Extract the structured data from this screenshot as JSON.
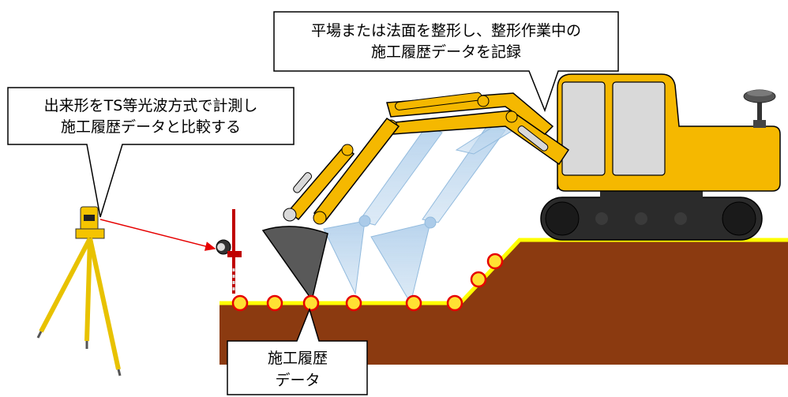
{
  "callouts": {
    "top": {
      "line1": "平場または法面を整形し、整形作業中の",
      "line2": "施工履歴データを記録"
    },
    "left": {
      "line1": "出来形をTS等光波方式で計測し",
      "line2": "施工履歴データと比較する"
    },
    "bottom": {
      "line1": "施工履歴",
      "line2": "データ"
    }
  },
  "colors": {
    "ground": "#8B3A10",
    "surface_line": "#FFFF00",
    "marker_fill": "#FFE033",
    "marker_stroke": "#E60000",
    "excavator_body": "#F5B800",
    "excavator_outline": "#000000",
    "cab_window": "#D9D9D9",
    "track": "#2B2B2B",
    "ghost_arm": "#9DC3E6",
    "bucket": "#595959",
    "measure_line": "#E60000"
  },
  "icons": {
    "total_station": "total-station-on-tripod-icon",
    "prism_pole": "prism-pole-icon",
    "gnss_antenna": "gnss-antenna-icon",
    "excavator": "excavator-icon"
  }
}
